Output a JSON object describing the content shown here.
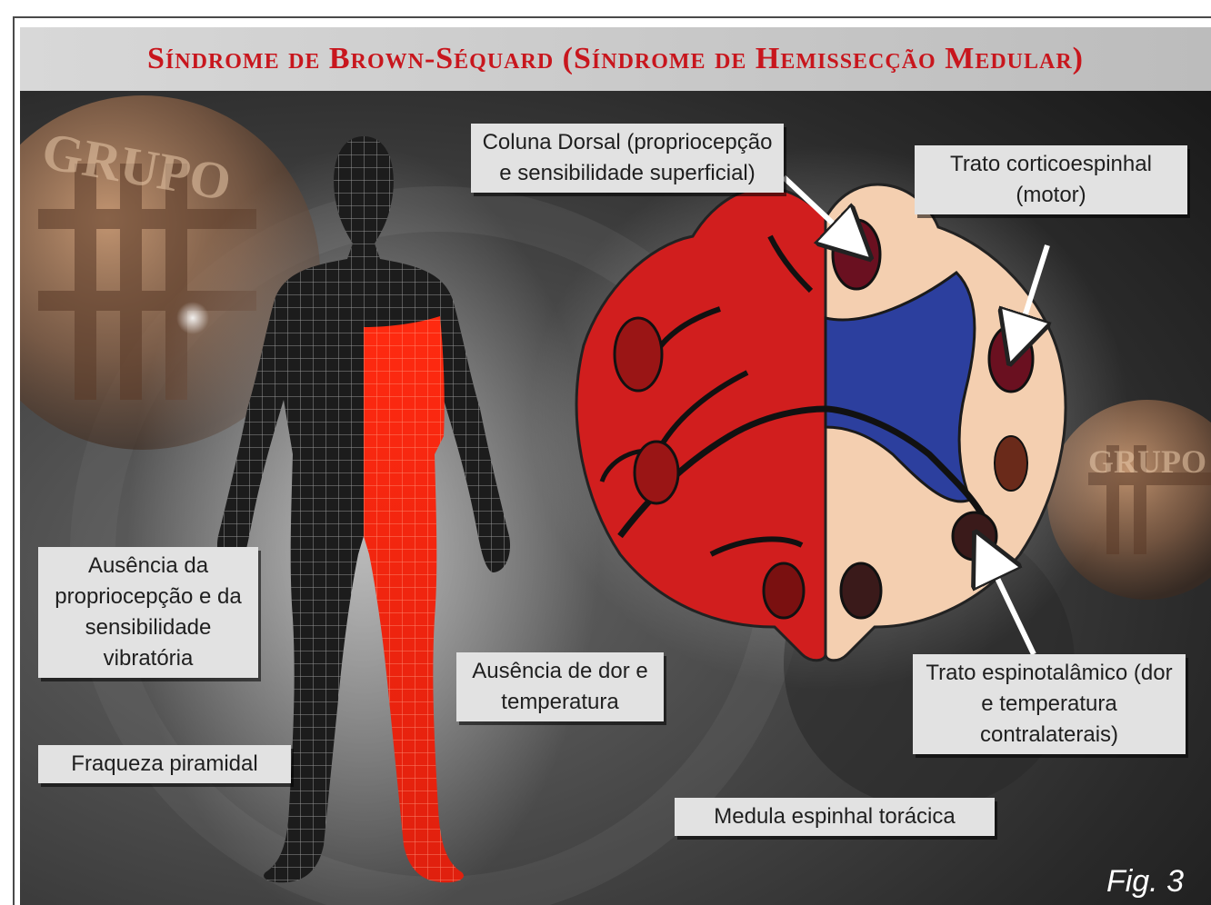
{
  "title": "Síndrome de Brown-Séquard (Síndrome de Hemissecção Medular)",
  "watermark": "GRUPO",
  "labels": {
    "dorsal_column": "Coluna Dorsal (propriocepção e sensibilidade superficial)",
    "corticospinal": "Trato corticoespinhal (motor)",
    "spinothalamic": "Trato espinotalâmico (dor e temperatura contralaterais)",
    "loss_proprioception": "Ausência da propriocepção e da sensibilidade vibratória",
    "loss_pain": "Ausência de dor e temperatura",
    "pyramidal_weakness": "Fraqueza piramidal",
    "spinal_cord": "Medula espinhal torácica"
  },
  "figure_number": "Fig. 3",
  "colors": {
    "title": "#c8161d",
    "lesion_red": "#d11e1e",
    "motor_blue": "#2c3f9e",
    "white_matter": "#f4cfb0",
    "tract": "#6a1020",
    "label_bg": "#e2e2e2"
  }
}
